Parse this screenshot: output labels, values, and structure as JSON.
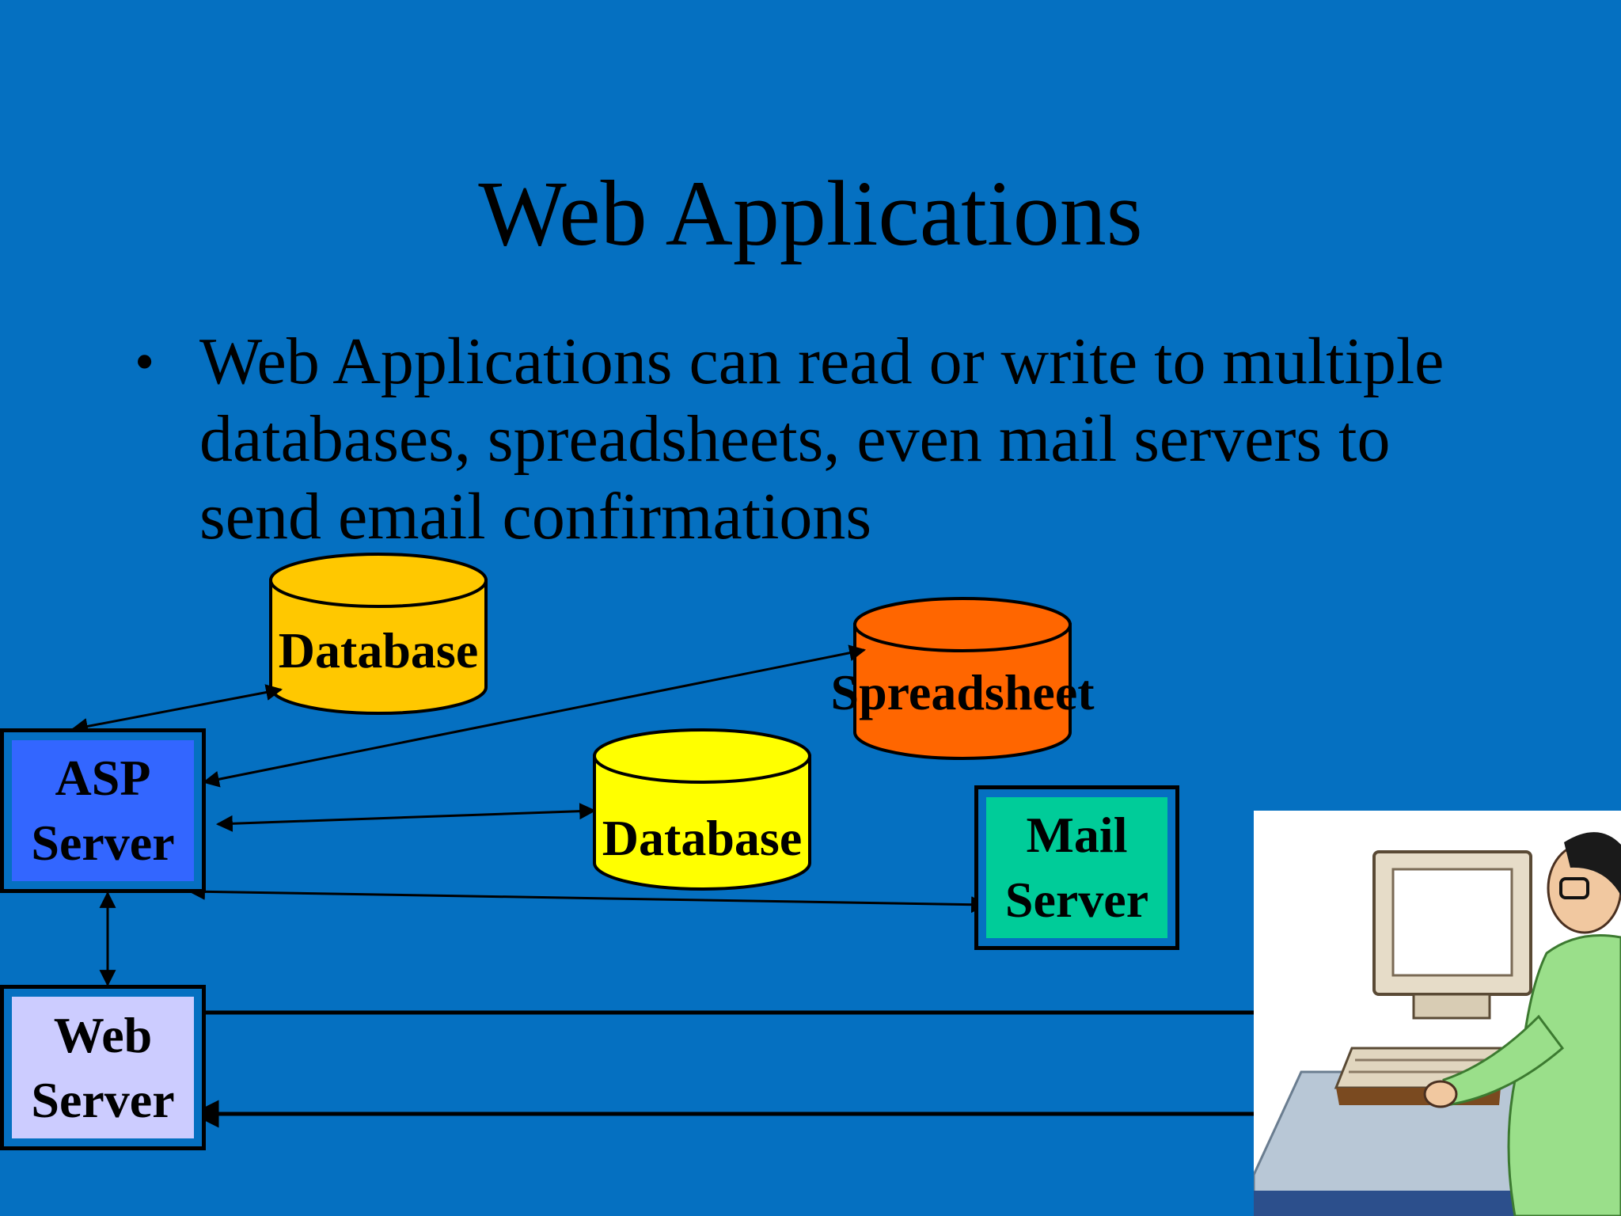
{
  "slide": {
    "title": "Web Applications",
    "bullet_marker": "•",
    "bullet_lines": [
      "Web Applications can read or write to multiple",
      "databases, spreadsheets, even mail servers to",
      "send email confirmations"
    ]
  },
  "diagram": {
    "database_top_label": "Database",
    "spreadsheet_label": "Spreadsheet",
    "database_mid_label": "Database",
    "asp_server": [
      "ASP",
      "Server"
    ],
    "mail_server": [
      "Mail",
      "Server"
    ],
    "web_server": [
      "Web",
      "Server"
    ]
  },
  "colors": {
    "background": "#0570c1",
    "database_top": "#ffc800",
    "spreadsheet": "#ff6600",
    "database_mid": "#ffff00",
    "asp_server": "#3366ff",
    "mail_server": "#00cc99",
    "web_server": "#ccccff"
  },
  "icons": {
    "user_clipart": "person-at-computer-icon"
  }
}
